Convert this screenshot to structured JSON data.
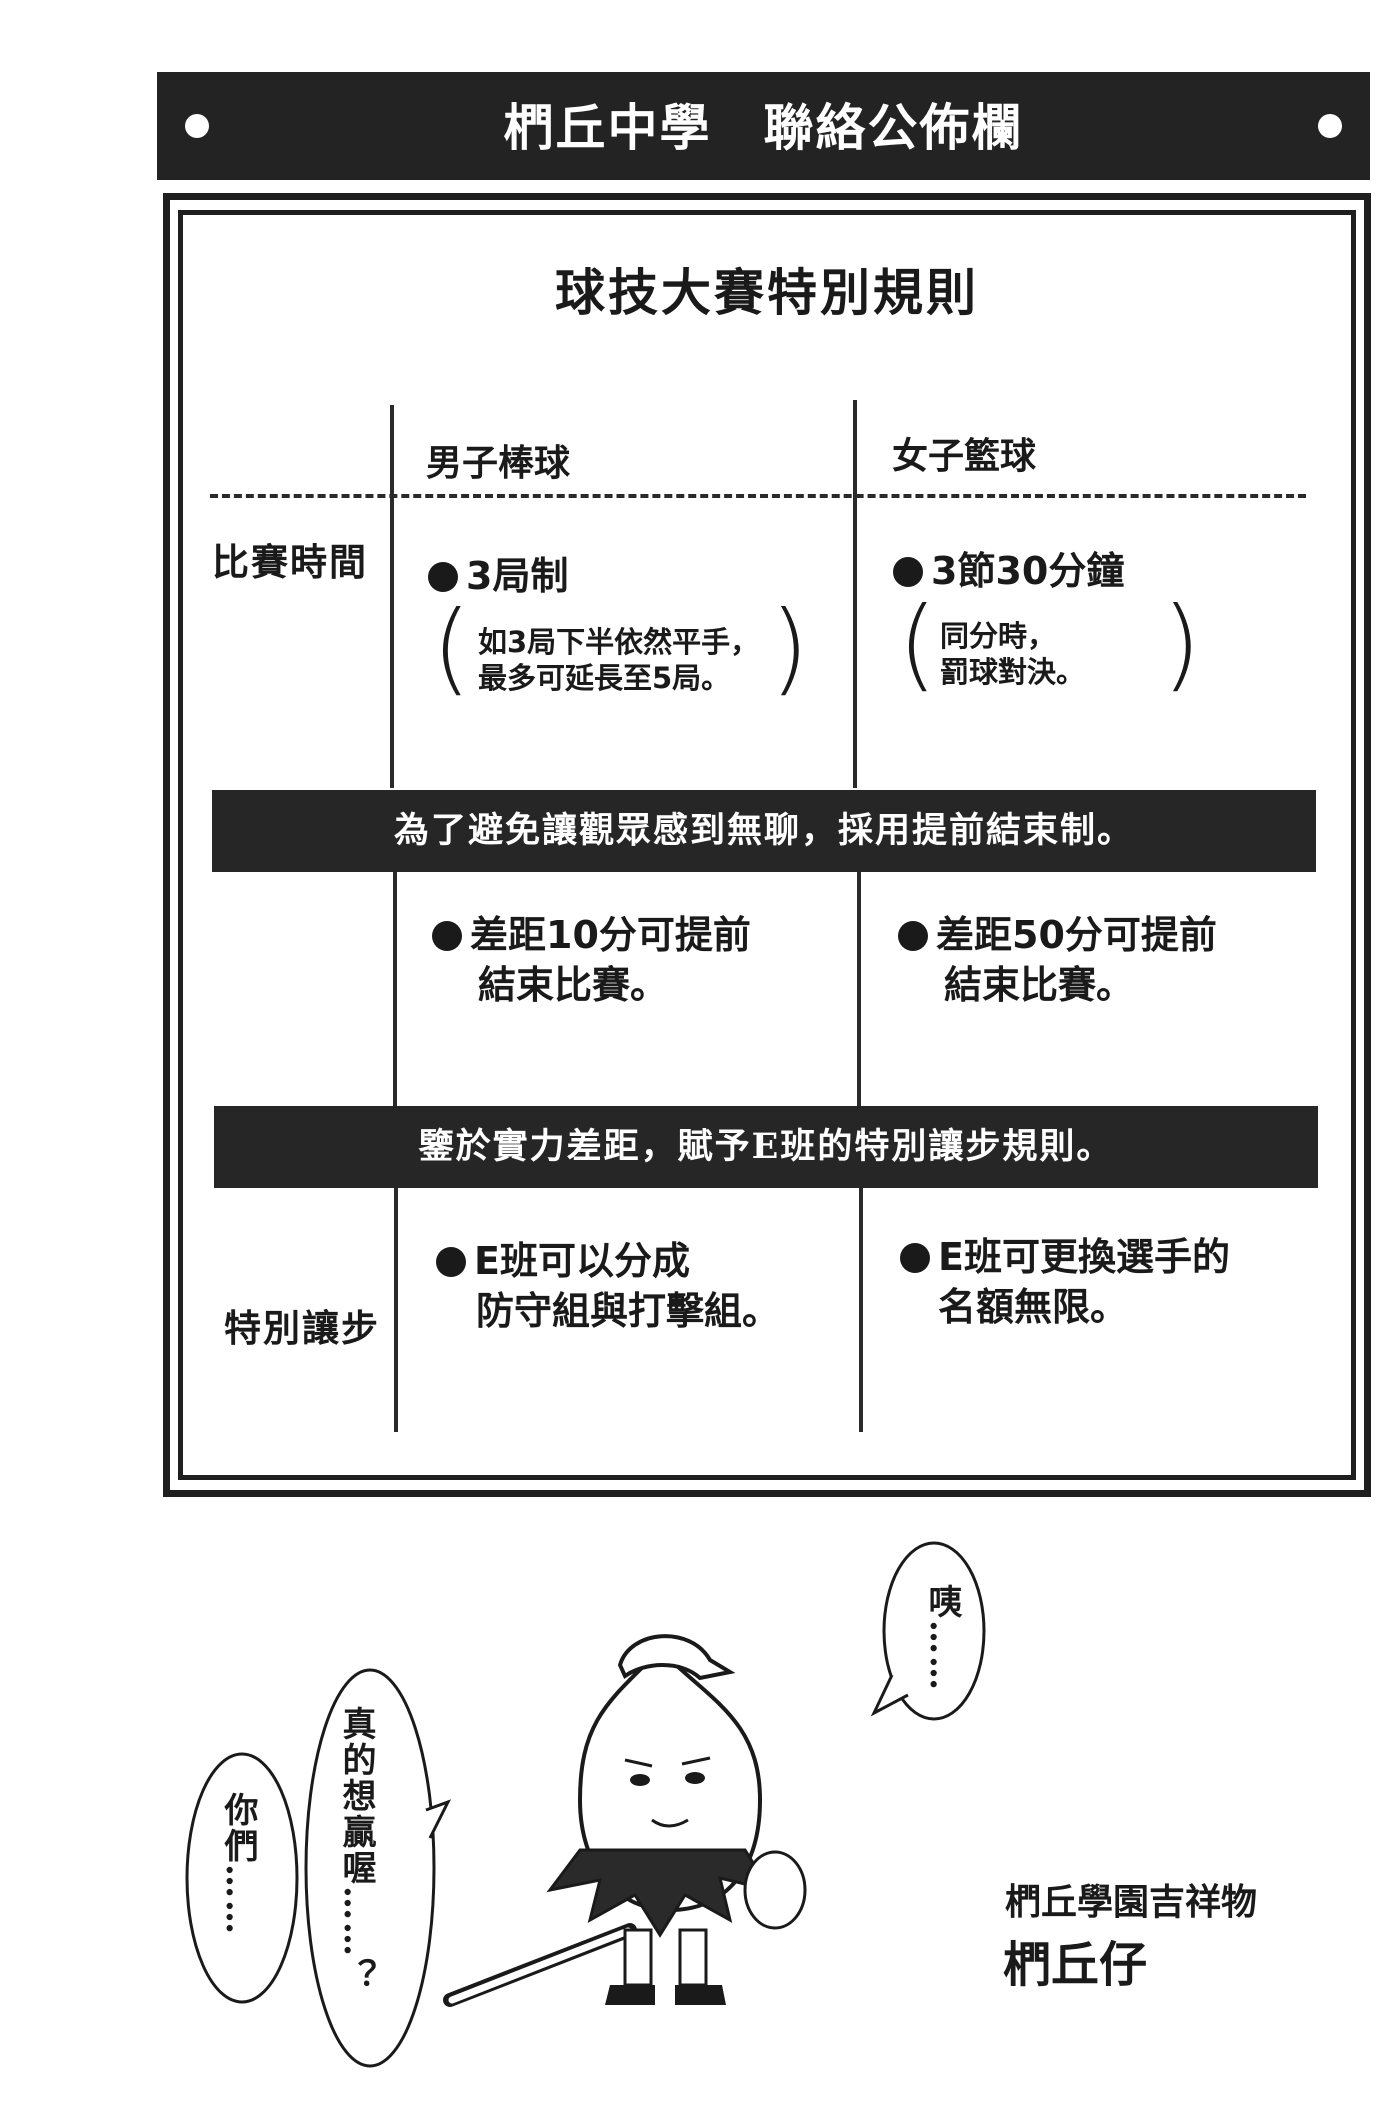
{
  "header": {
    "title": "椚丘中學　聯絡公佈欄"
  },
  "board": {
    "title": "球技大賽特別規則",
    "columns": [
      "男子棒球",
      "女子籃球"
    ],
    "row_labels": {
      "time": "比賽時間",
      "handicap": "特別讓步"
    },
    "time": {
      "baseball": {
        "main": "3局制",
        "note": [
          "如3局下半依然平手，",
          "最多可延長至5局。"
        ]
      },
      "basketball": {
        "main": "3節30分鐘",
        "note": [
          "同分時，",
          "罰球對決。"
        ]
      }
    },
    "band_early_end": "為了避免讓觀眾感到無聊，採用提前結束制。",
    "early_end": {
      "baseball": [
        "差距10分可提前",
        "結束比賽。"
      ],
      "basketball": [
        "差距50分可提前",
        "結束比賽。"
      ]
    },
    "band_handicap": "鑒於實力差距，賦予E班的特別讓步規則。",
    "handicap": {
      "baseball": [
        "E班可以分成",
        "防守組與打擊組。"
      ],
      "basketball": [
        "E班可更換選手的",
        "名額無限。"
      ]
    }
  },
  "bubbles": {
    "left": "你們……",
    "middle": "真的想贏喔……？",
    "right": "咦……"
  },
  "mascot": {
    "caption": "椚丘學園吉祥物",
    "name": "椚丘仔",
    "icon": "onion-mascot-icon"
  }
}
